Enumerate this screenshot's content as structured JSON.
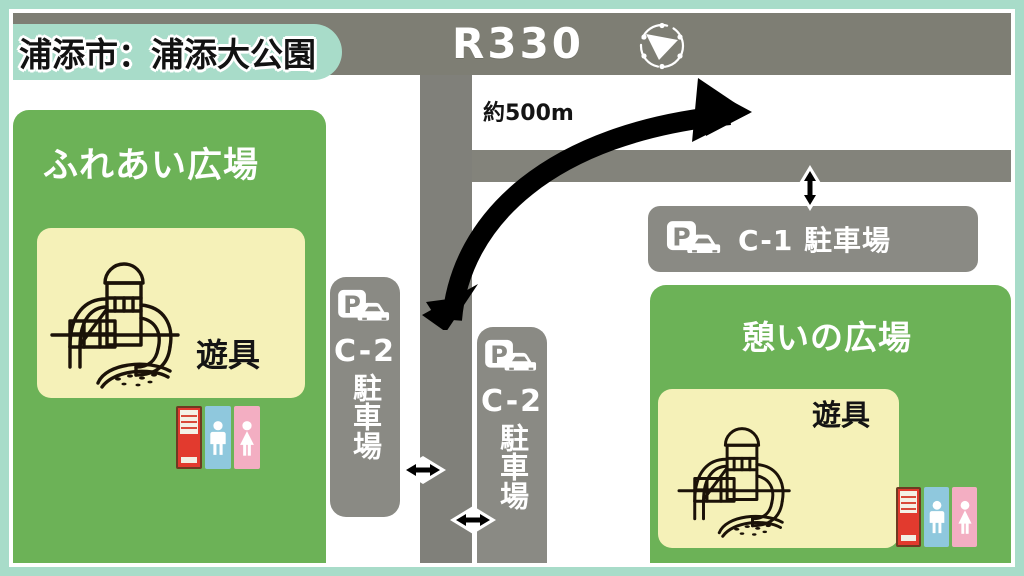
{
  "badge": {
    "text": "浦添市：浦添大公園"
  },
  "map": {
    "route_label": "R330",
    "distance_label": "約500m",
    "compass": "compass-icon",
    "colors": {
      "frame": "#a8dcc9",
      "green_plaza": "#6cb257",
      "cream_card": "#f5f1b8",
      "road_gray": "#80807a",
      "road_top_gray": "#7e7e74",
      "sign_gray": "#8a8a84",
      "vending_red": "#e23a2e",
      "restroom_male_blue": "#8fc8dd",
      "restroom_female_pink": "#f3aec2"
    }
  },
  "plazas": [
    {
      "id": "fureai",
      "title": "ふれあい広場",
      "playground_label": "遊具",
      "amenities": [
        {
          "name": "vending-machine",
          "label": "自動販売機"
        },
        {
          "name": "restroom-male",
          "label": "男子トイレ"
        },
        {
          "name": "restroom-female",
          "label": "女子トイレ"
        }
      ]
    },
    {
      "id": "ikoi",
      "title": "憩いの広場",
      "playground_label": "遊具",
      "amenities": [
        {
          "name": "vending-machine",
          "label": "自動販売機"
        },
        {
          "name": "restroom-male",
          "label": "男子トイレ"
        },
        {
          "name": "restroom-female",
          "label": "女子トイレ"
        }
      ]
    }
  ],
  "parking": [
    {
      "id": "c1",
      "code": "C-1",
      "jp": "駐車場",
      "full": "C-1 駐車場",
      "orientation": "horizontal"
    },
    {
      "id": "c2a",
      "code": "C-2",
      "jp": "駐車場",
      "full": "C-2 駐車場",
      "orientation": "vertical"
    },
    {
      "id": "c2b",
      "code": "C-2",
      "jp": "駐車場",
      "full": "C-2 駐車場",
      "orientation": "vertical"
    }
  ],
  "arrows": [
    {
      "name": "route-curved-arrow",
      "style": "double-headed-curve"
    },
    {
      "name": "crossing-arrow-vertical",
      "style": "double-headed-vertical"
    },
    {
      "name": "crossing-arrow-horizontal-1",
      "style": "double-headed-horizontal"
    },
    {
      "name": "crossing-arrow-horizontal-2",
      "style": "double-headed-horizontal"
    }
  ]
}
